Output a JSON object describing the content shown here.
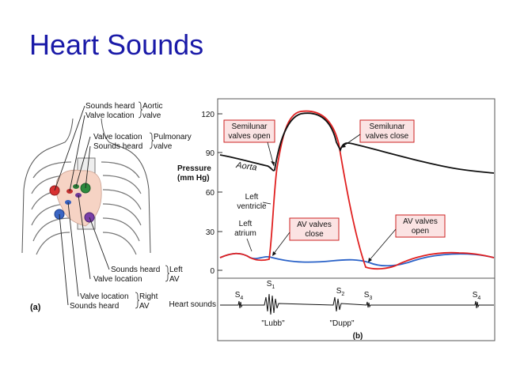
{
  "title": "Heart Sounds",
  "panel_a": {
    "label": "(a)",
    "aortic": {
      "line1": "Sounds heard",
      "line2": "Valve location",
      "name": "Aortic",
      "name2": "valve"
    },
    "pulmonary": {
      "line1": "Valve location",
      "line2": "Sounds heard",
      "name": "Pulmonary",
      "name2": "valve"
    },
    "left_av": {
      "line1": "Sounds heard",
      "line2": "Valve location",
      "name": "Left",
      "name2": "AV"
    },
    "right_av": {
      "line1": "Valve location",
      "line2": "Sounds heard",
      "name": "Right",
      "name2": "AV"
    }
  },
  "panel_b": {
    "label": "(b)",
    "ylabel_line1": "Pressure",
    "ylabel_line2": "(mm Hg)",
    "yticks": [
      "120",
      "90",
      "60",
      "30",
      "0"
    ],
    "aorta": "Aorta",
    "left_ventricle_1": "Left",
    "left_ventricle_2": "ventricle",
    "left_atrium_1": "Left",
    "left_atrium_2": "atrium",
    "semilunar_open_1": "Semilunar",
    "semilunar_open_2": "valves open",
    "semilunar_close_1": "Semilunar",
    "semilunar_close_2": "valves close",
    "av_close_1": "AV valves",
    "av_close_2": "close",
    "av_open_1": "AV valves",
    "av_open_2": "open",
    "heart_sounds": "Heart sounds",
    "s4a": "S",
    "s4a_sub": "4",
    "s1": "S",
    "s1_sub": "1",
    "s2": "S",
    "s2_sub": "2",
    "s3": "S",
    "s3_sub": "3",
    "s4b": "S",
    "s4b_sub": "4",
    "lubb": "\"Lubb\"",
    "dupp": "\"Dupp\""
  },
  "colors": {
    "title": "#1a1aa8",
    "ventricle": "#e02020",
    "atrium": "#2a62c8",
    "aorta": "#111111",
    "callout_fill": "#fbe3e3",
    "callout_stroke": "#cc2222"
  }
}
